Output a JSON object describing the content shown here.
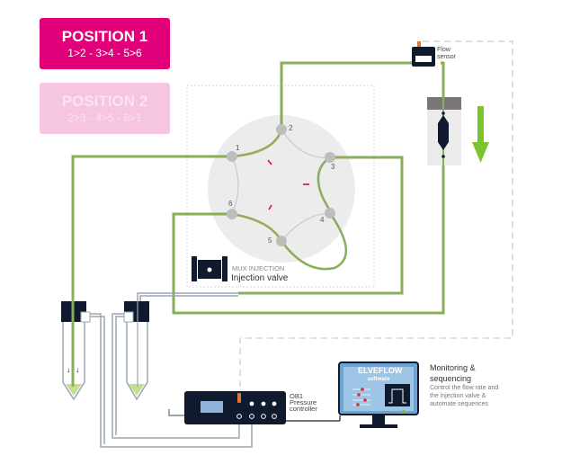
{
  "positions": [
    {
      "title": "POSITION 1",
      "routes": "1>2 - 3>4 - 5>6",
      "active": true
    },
    {
      "title": "POSITION 2",
      "routes": "2>3 - 4>5 - 6>1",
      "active": false
    }
  ],
  "valve": {
    "ports": [
      "1",
      "2",
      "3",
      "4",
      "5",
      "6"
    ],
    "subtitle": "MUX INJECTION",
    "title": "Injection valve"
  },
  "flow_sensor": {
    "line1": "Flow",
    "line2": "sensor"
  },
  "pressure_controller": {
    "line1": "OB1",
    "line2": "Pressure",
    "line3": "controller"
  },
  "software": {
    "brand": "ELVEFLOW",
    "product": "software",
    "heading_line1": "Monitoring &",
    "heading_line2": "sequencing",
    "desc_line1": "Control the flow rate and",
    "desc_line2": "the injection valve &",
    "desc_line3": "automate sequences"
  },
  "colors": {
    "active_magenta": "#e2007a",
    "inactive_pink": "#f6c5df",
    "tubing_green": "#8aad5a",
    "device_navy": "#101a2e",
    "arrow_green": "#7cc42c",
    "tube_grey": "#9aa5b1"
  }
}
